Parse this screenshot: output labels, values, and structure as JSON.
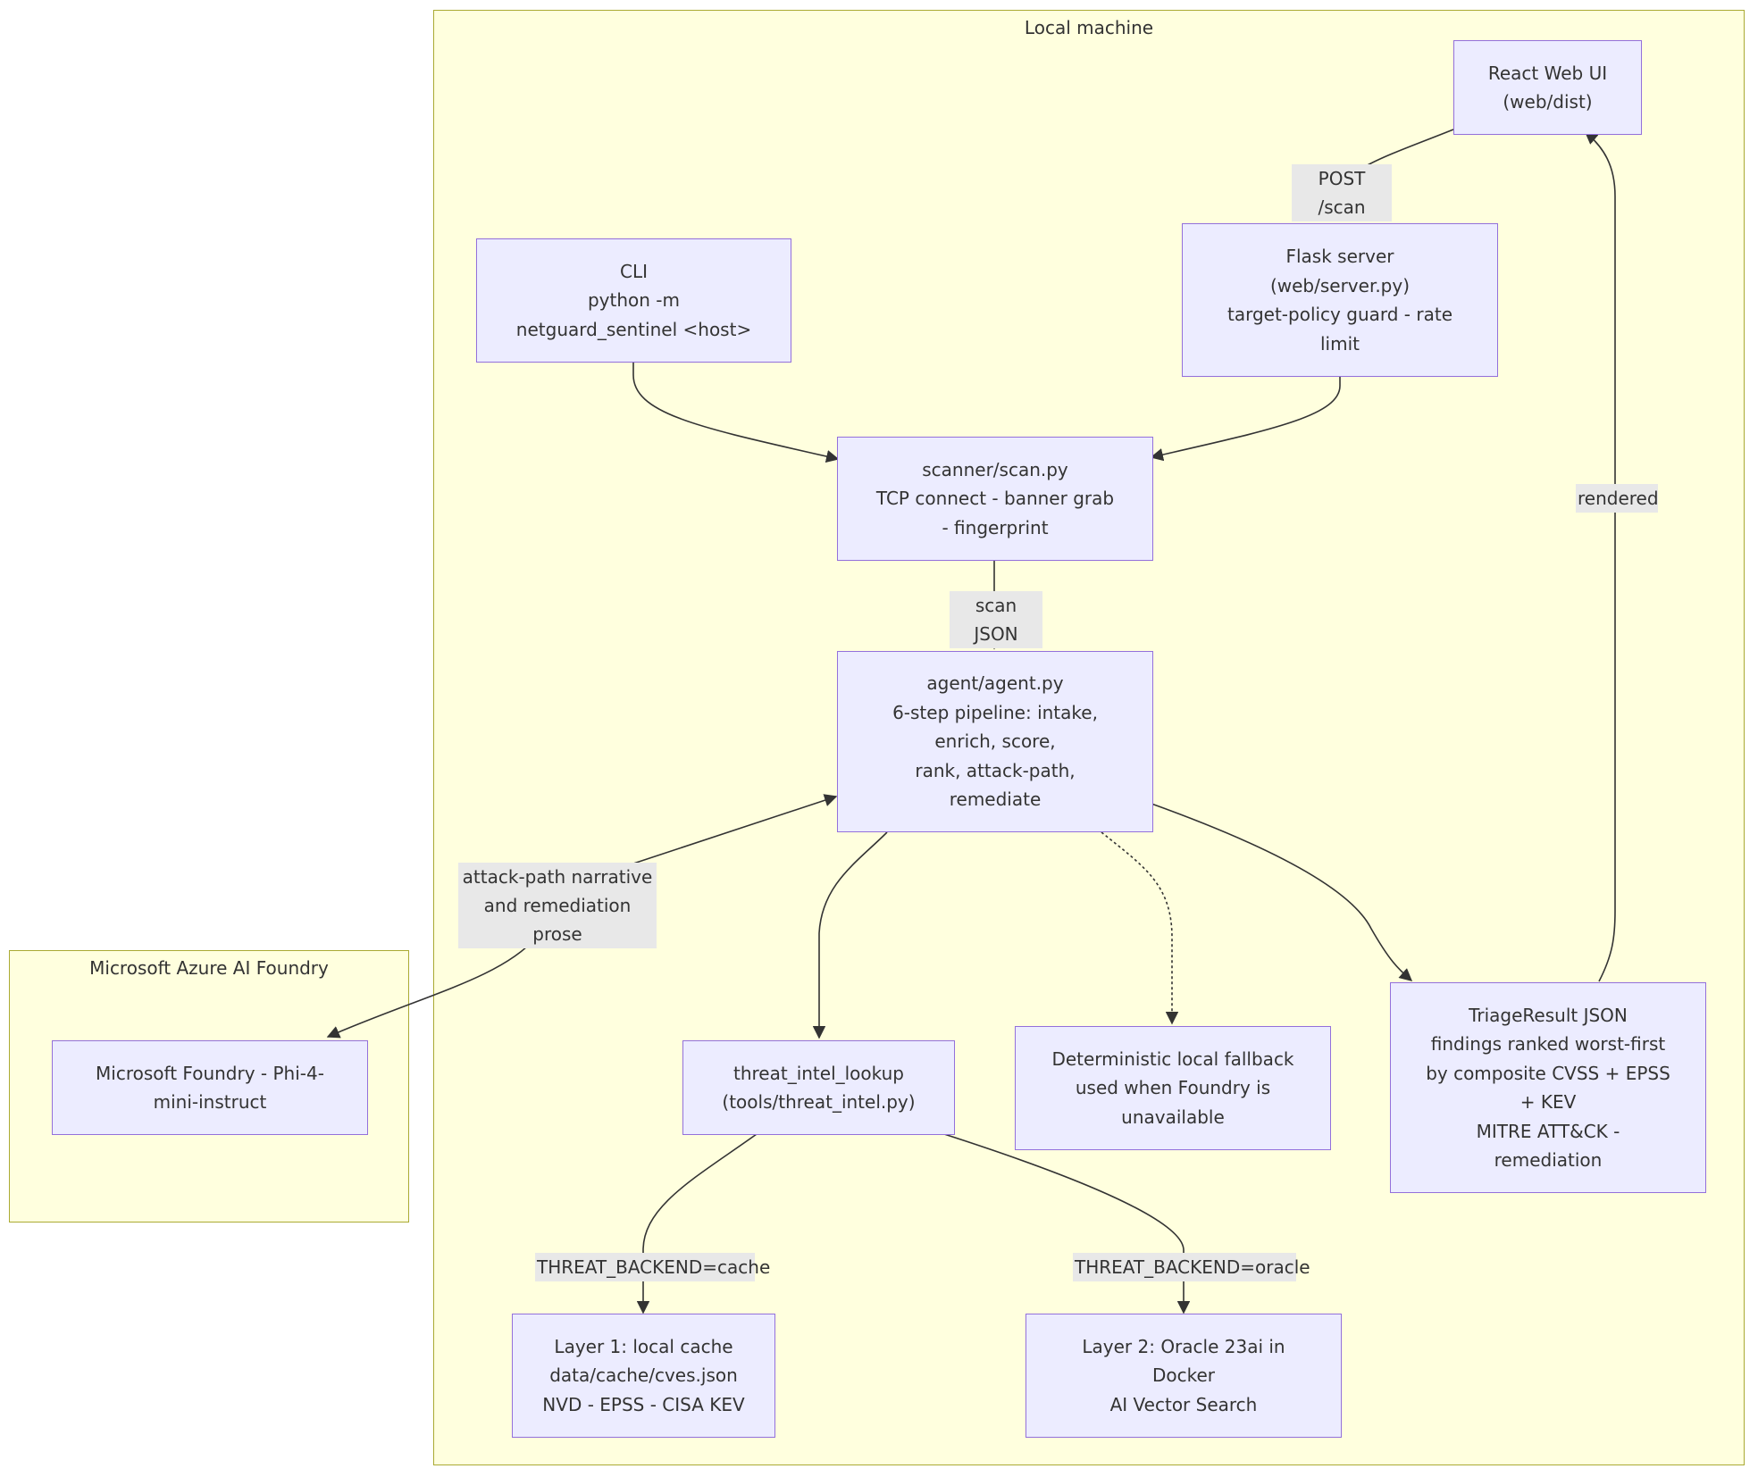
{
  "clusters": {
    "local": {
      "title": "Local machine"
    },
    "azure": {
      "title": "Microsoft Azure AI Foundry"
    }
  },
  "nodes": {
    "react_ui": "React Web UI\n(web/dist)",
    "flask": "Flask server\n(web/server.py)\ntarget-policy guard - rate\nlimit",
    "cli": "CLI\npython -m\nnetguard_sentinel <host>",
    "scanner": "scanner/scan.py\nTCP connect - banner grab\n- fingerprint",
    "agent": "agent/agent.py\n6-step pipeline: intake,\nenrich, score,\nrank, attack-path,\nremediate",
    "threat_intel": "threat_intel_lookup\n(tools/threat_intel.py)",
    "fallback": "Deterministic local fallback\nused when Foundry is\nunavailable",
    "triage": "TriageResult JSON\nfindings ranked worst-first\nby composite CVSS + EPSS\n+ KEV\nMITRE ATT&CK -\nremediation",
    "layer1": "Layer 1: local cache\ndata/cache/cves.json\nNVD - EPSS - CISA KEV",
    "layer2": "Layer 2: Oracle 23ai in\nDocker\nAI Vector Search",
    "foundry": "Microsoft Foundry - Phi-4-\nmini-instruct"
  },
  "edge_labels": {
    "post_scan": "POST /scan",
    "scan_json": "scan JSON",
    "rendered": "rendered",
    "attack_path": "attack-path narrative\nand remediation prose",
    "cache": "THREAT_BACKEND=cache",
    "oracle": "THREAT_BACKEND=oracle"
  },
  "colors": {
    "cluster_fill": "#ffffde",
    "cluster_stroke": "#aaaa33",
    "node_fill": "#ececff",
    "node_stroke": "#9370db",
    "edge": "#333333",
    "label_bg": "#e8e8e8"
  }
}
